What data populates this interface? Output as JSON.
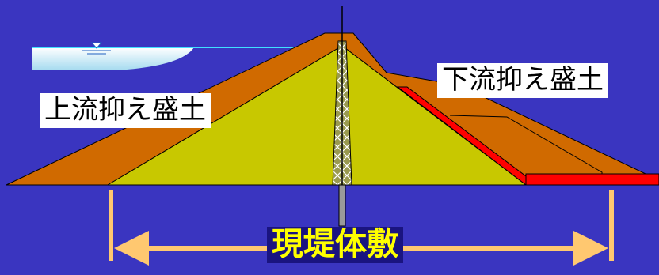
{
  "labels": {
    "upstream_fill": "上流抑え盛土",
    "downstream_fill": "下流抑え盛土",
    "existing_base": "現堤体敷"
  },
  "colors": {
    "background": "#3a35c0",
    "embankment_orange": "#d06a00",
    "core_yellow": "#c8c800",
    "drain_red": "#ff0000",
    "arrow": "#ffc870",
    "water": "#dff4ff",
    "base_label_bg": "#1a1480",
    "base_label_text": "#ffff00"
  },
  "icons": {
    "water_level": "water-level-triangle-icon"
  }
}
